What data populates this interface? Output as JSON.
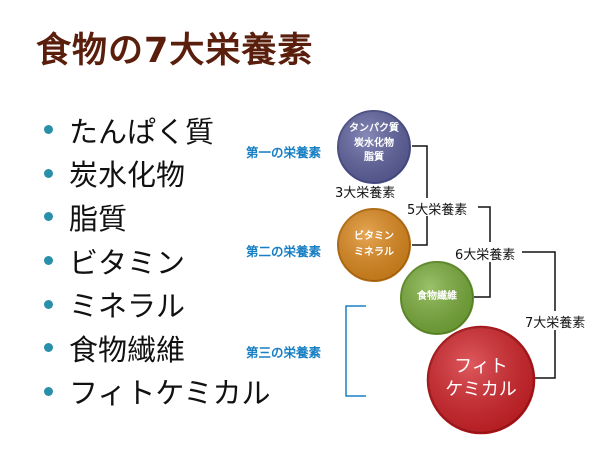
{
  "title": "食物の7大栄養素",
  "bullets": [
    "たんぱく質",
    "炭水化物",
    "脂質",
    "ビタミン",
    "ミネラル",
    "食物繊維",
    "フィトケミカル"
  ],
  "diagram": {
    "tiers": [
      "第一の栄養素",
      "第二の栄養素",
      "第三の栄養素"
    ],
    "groups": [
      "3大栄養素",
      "5大栄養素",
      "6大栄養素",
      "7大栄養素"
    ],
    "circles": [
      {
        "lines": [
          "タンパク質",
          "炭水化物",
          "脂質"
        ],
        "color": "#5f62a0"
      },
      {
        "lines": [
          "ビタミン",
          "ミネラル"
        ],
        "color": "#e08a1c"
      },
      {
        "lines": [
          "食物繊維"
        ],
        "color": "#7aae3a"
      },
      {
        "lines": [
          "フィト",
          "ケミカル"
        ],
        "color": "#d42228"
      }
    ]
  }
}
